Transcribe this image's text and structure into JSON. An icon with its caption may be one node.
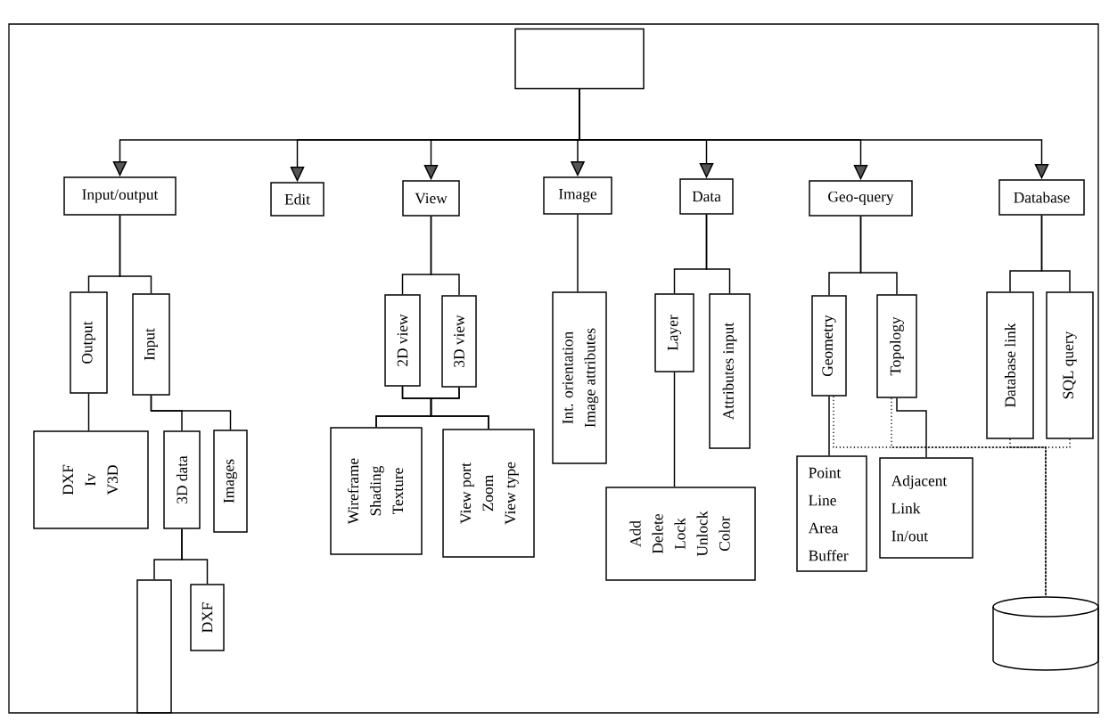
{
  "diagram": {
    "nodes": [
      {
        "text": [],
        "shape": "box"
      },
      {
        "text": [
          "Input/output"
        ]
      },
      {
        "text": [
          "Edit"
        ]
      },
      {
        "text": [
          "View"
        ]
      },
      {
        "text": [
          "Image"
        ]
      },
      {
        "text": [
          "Data"
        ]
      },
      {
        "text": [
          "Geo-query"
        ]
      },
      {
        "text": [
          "Database"
        ]
      },
      {
        "text": [
          "Output"
        ]
      },
      {
        "text": [
          "Input"
        ]
      },
      {
        "text": [
          "DXF",
          "Iv",
          "V3D"
        ]
      },
      {
        "text": [
          "3D data"
        ]
      },
      {
        "text": [
          "Images"
        ]
      },
      {
        "text": [],
        "shape": "box"
      },
      {
        "text": [
          "DXF"
        ]
      },
      {
        "text": [
          "2D view"
        ]
      },
      {
        "text": [
          "3D view"
        ]
      },
      {
        "text": [
          "Wireframe",
          "Shading",
          "Texture"
        ]
      },
      {
        "text": [
          "View port",
          "Zoom",
          "View type"
        ]
      },
      {
        "text": [
          "Int. orientation",
          "Image attributes"
        ]
      },
      {
        "text": [
          "Layer"
        ]
      },
      {
        "text": [
          "Attributes input"
        ]
      },
      {
        "text": [
          "Add",
          "Delete",
          "Lock",
          "Unlock",
          "Color"
        ]
      },
      {
        "text": [
          "Geometry"
        ]
      },
      {
        "text": [
          "Topology"
        ]
      },
      {
        "text": [
          "Point",
          "Line",
          "Area",
          "Buffer"
        ]
      },
      {
        "text": [
          "Adjacent",
          "Link",
          "In/out"
        ]
      },
      {
        "text": [
          "Database link"
        ]
      },
      {
        "text": [
          "SQL query"
        ]
      },
      {
        "text": [],
        "shape": "cylinder"
      }
    ],
    "edges": [
      {
        "from": 0,
        "to": 1,
        "arrow": "to"
      },
      {
        "from": 0,
        "to": 2,
        "arrow": "to"
      },
      {
        "from": 0,
        "to": 3,
        "arrow": "to"
      },
      {
        "from": 0,
        "to": 4,
        "arrow": "to"
      },
      {
        "from": 0,
        "to": 5,
        "arrow": "to"
      },
      {
        "from": 0,
        "to": 6,
        "arrow": "to"
      },
      {
        "from": 0,
        "to": 7,
        "arrow": "to"
      },
      {
        "from": 1,
        "to": 8,
        "arrow": "none"
      },
      {
        "from": 1,
        "to": 9,
        "arrow": "none"
      },
      {
        "from": 8,
        "to": 10,
        "arrow": "none"
      },
      {
        "from": 9,
        "to": 11,
        "arrow": "none"
      },
      {
        "from": 9,
        "to": 12,
        "arrow": "none"
      },
      {
        "from": 11,
        "to": 13,
        "arrow": "none"
      },
      {
        "from": 11,
        "to": 14,
        "arrow": "none"
      },
      {
        "from": 3,
        "to": 15,
        "arrow": "none"
      },
      {
        "from": 3,
        "to": 16,
        "arrow": "none"
      },
      {
        "from": 15,
        "to": 17,
        "arrow": "none"
      },
      {
        "from": 15,
        "to": 18,
        "arrow": "none"
      },
      {
        "from": 16,
        "to": 17,
        "arrow": "none"
      },
      {
        "from": 16,
        "to": 18,
        "arrow": "none"
      },
      {
        "from": 4,
        "to": 19,
        "arrow": "none"
      },
      {
        "from": 5,
        "to": 20,
        "arrow": "none"
      },
      {
        "from": 5,
        "to": 21,
        "arrow": "none"
      },
      {
        "from": 20,
        "to": 22,
        "arrow": "none"
      },
      {
        "from": 6,
        "to": 23,
        "arrow": "none"
      },
      {
        "from": 6,
        "to": 24,
        "arrow": "none"
      },
      {
        "from": 23,
        "to": 25,
        "arrow": "none"
      },
      {
        "from": 24,
        "to": 26,
        "arrow": "none"
      },
      {
        "from": 7,
        "to": 27,
        "arrow": "none"
      },
      {
        "from": 7,
        "to": 28,
        "arrow": "none"
      },
      {
        "from": 23,
        "to": 29,
        "arrow": "none",
        "style": "dashed"
      },
      {
        "from": 24,
        "to": 29,
        "arrow": "none",
        "style": "dashed"
      },
      {
        "from": 27,
        "to": 29,
        "arrow": "none",
        "style": "dashed"
      },
      {
        "from": 28,
        "to": 29,
        "arrow": "none",
        "style": "dashed"
      }
    ]
  }
}
